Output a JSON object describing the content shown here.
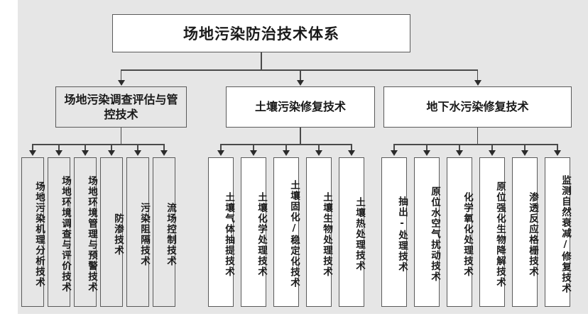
{
  "diagram": {
    "type": "hierarchy-tree",
    "title": "场地污染防治技术体系",
    "colors": {
      "canvas_background": "#e6e6e6",
      "page_background": "#ffffff",
      "box_border": "#5a5a5a",
      "connector": "#4a4a4a",
      "text": "#1a1a1a"
    },
    "root": {
      "label": "场地污染防治技术体系"
    },
    "branches": [
      {
        "label": "场地污染调查评估与管控技术",
        "fill": "grey",
        "children": [
          {
            "label": "场地污染机理分析技术"
          },
          {
            "label": "场地环境调查与评价技术"
          },
          {
            "label": "场地环境管理与预警技术"
          },
          {
            "label": "防渗技术"
          },
          {
            "label": "污染阻隔技术"
          },
          {
            "label": "流场控制技术"
          }
        ]
      },
      {
        "label": "土壤污染修复技术",
        "fill": "white",
        "children": [
          {
            "label": "土壤气体抽提技术"
          },
          {
            "label": "土壤化学处理技术"
          },
          {
            "label": "土壤固化/稳定化技术"
          },
          {
            "label": "土壤生物处理技术"
          },
          {
            "label": "土壤热处理技术"
          }
        ]
      },
      {
        "label": "地下水污染修复技术",
        "fill": "white",
        "children": [
          {
            "label": "抽出-处理技术"
          },
          {
            "label": "原位水空气扰动技术"
          },
          {
            "label": "化学氧化处理技术"
          },
          {
            "label": "原位强化生物降解技术"
          },
          {
            "label": "渗透反应格栅技术"
          },
          {
            "label": "监测自然衰减/修复技术"
          }
        ]
      }
    ]
  }
}
